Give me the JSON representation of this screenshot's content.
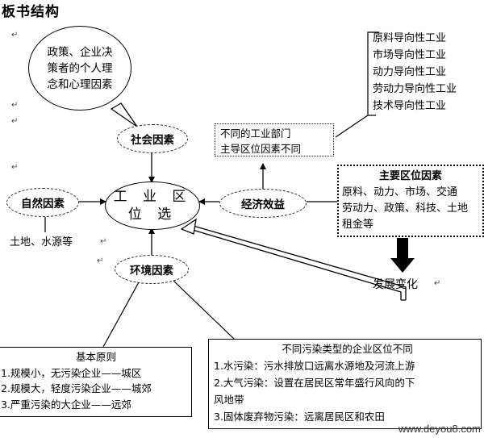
{
  "page_title": "板书结构",
  "paragraph_mark": "↵",
  "core": {
    "line1": "工 业 区",
    "line2": "位 选"
  },
  "factors": {
    "social": "社会因素",
    "natural": "自然因素",
    "economic": "经济效益",
    "environment": "环境因素"
  },
  "social_bubble": [
    "政策、企业决",
    "策者的个人理",
    "念和心理因素"
  ],
  "natural_detail": "土地、水源等",
  "sector_box": [
    "不同的工业部门",
    "主导区位因素不同"
  ],
  "orientation_list": [
    "原料导向性工业",
    "市场导向性工业",
    "动力导向性工业",
    "劳动力导向性工业",
    "技术导向性工业"
  ],
  "main_factors": {
    "title": "主要区位因素",
    "lines": [
      "原料、动力、市场、交通",
      "劳动力、政策、科技、土地",
      "租金等"
    ]
  },
  "development_change": "发展变化",
  "principles": {
    "title": "基本原则",
    "items": [
      "1.规模小，无污染企业——城区",
      "2.规模大，轻度污染企业——城郊",
      "3.严重污染的大企业——远郊"
    ]
  },
  "pollution": {
    "title": "不同污染类型的企业区位不同",
    "items": [
      "1.水污染：污水排放口远离水源地及河流上游",
      "2.大气污染：设置在居民区常年盛行风向的下",
      "风地带",
      "3.固体废弃物污染：远离居民区和农田"
    ]
  },
  "watermark": "www.deyou8.com"
}
